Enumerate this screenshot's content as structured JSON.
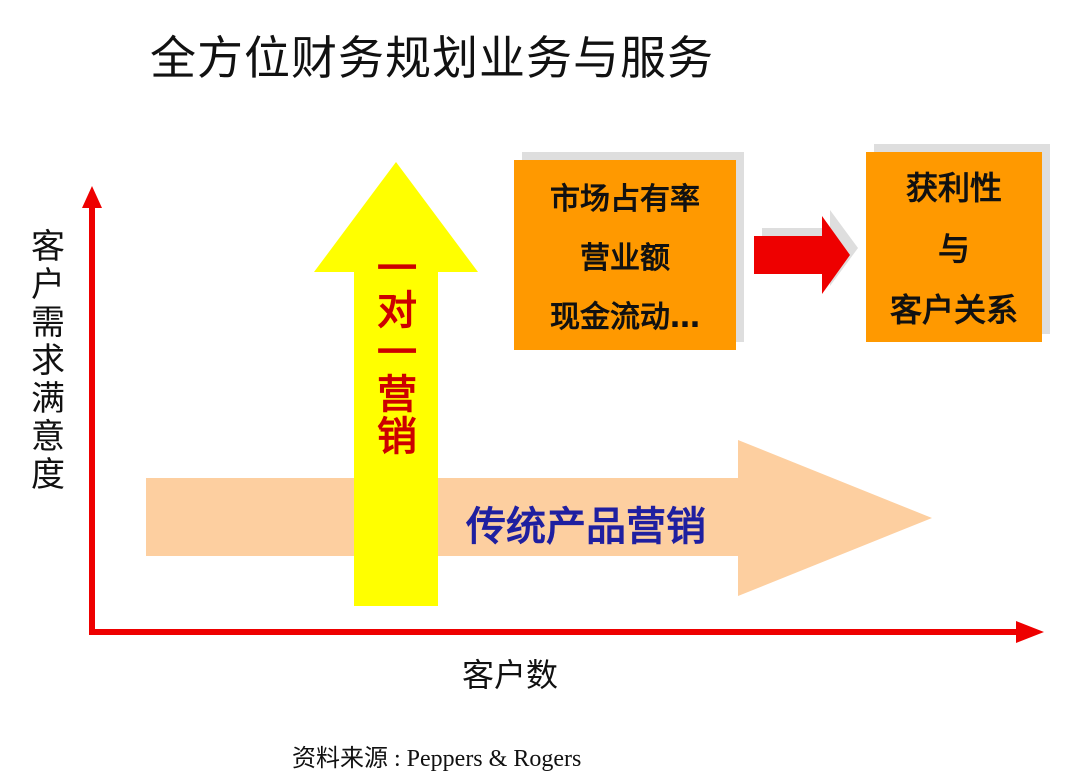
{
  "title": "全方位财务规划业务与服务",
  "axes": {
    "y_label": "客户需求满意度",
    "x_label": "客户数"
  },
  "arrows": {
    "vertical_label": "一对一营销",
    "horizontal_label": "传统产品营销"
  },
  "box_left": {
    "lines": [
      "市场占有率",
      "营业额",
      "现金流动…"
    ]
  },
  "box_right": {
    "lines": [
      "获利性",
      "与",
      "客户关系"
    ]
  },
  "source": "资料来源 : Peppers & Rogers",
  "colors": {
    "axis": "#ee0000",
    "vertical_arrow": "#ffff00",
    "horizontal_arrow": "#fdcfa0",
    "box_fill": "#ff9900",
    "connector_arrow": "#ee0000",
    "vertical_text": "#cc0000",
    "horizontal_text": "#1f1fa0"
  }
}
